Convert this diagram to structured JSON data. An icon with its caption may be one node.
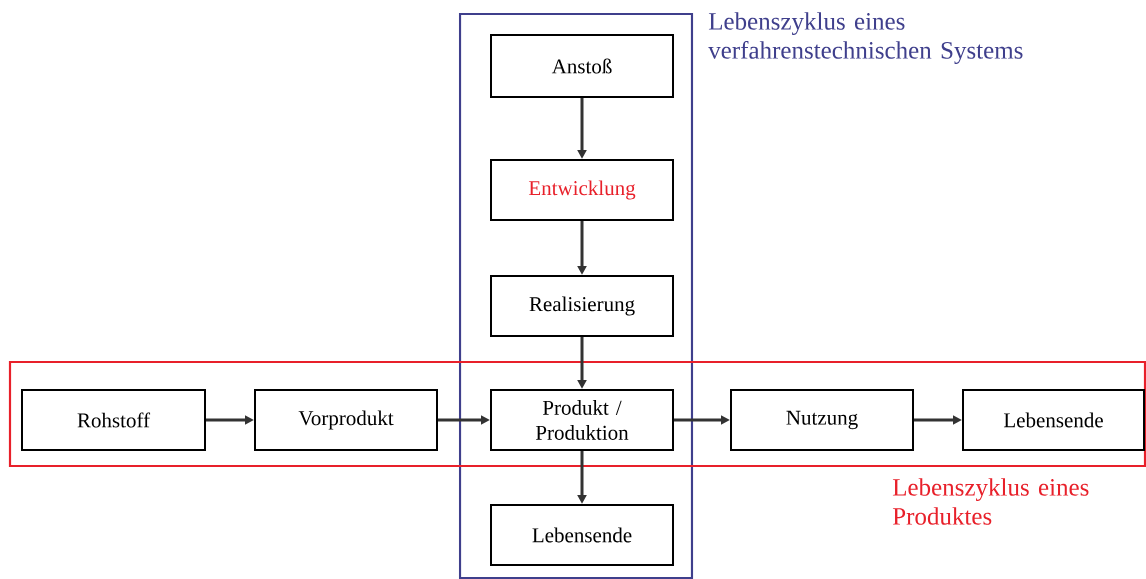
{
  "diagram": {
    "nodes": [
      {
        "text": [
          "Lebenszyklus eines verfahrenstechnischen Systems"
        ]
      },
      {
        "text": [
          "Anstoß"
        ],
        "in": 0
      },
      {
        "text": [
          "Entwicklung"
        ],
        "in": 0
      },
      {
        "text": [
          "Realisierung"
        ],
        "in": 0
      },
      {
        "text": [
          "Lebenszyklus eines Produktes"
        ]
      },
      {
        "text": [
          "Rohstoff"
        ],
        "in": 4
      },
      {
        "text": [
          "Vorprodukt"
        ],
        "in": 4
      },
      {
        "text": [
          "Produkt / Produktion"
        ]
      },
      {
        "text": [
          "Nutzung"
        ],
        "in": 4
      },
      {
        "text": [
          "Lebensende"
        ],
        "in": 4
      },
      {
        "text": [
          "Lebensende"
        ],
        "in": 0
      }
    ],
    "edges": [
      {
        "from": 1,
        "to": 2,
        "arrow": "to"
      },
      {
        "from": 2,
        "to": 3,
        "arrow": "to"
      },
      {
        "from": 3,
        "to": 7,
        "arrow": "to"
      },
      {
        "from": 5,
        "to": 6,
        "arrow": "to"
      },
      {
        "from": 6,
        "to": 7,
        "arrow": "to"
      },
      {
        "from": 7,
        "to": 8,
        "arrow": "to"
      },
      {
        "from": 8,
        "to": 9,
        "arrow": "to"
      },
      {
        "from": 7,
        "to": 10,
        "arrow": "to"
      }
    ]
  }
}
